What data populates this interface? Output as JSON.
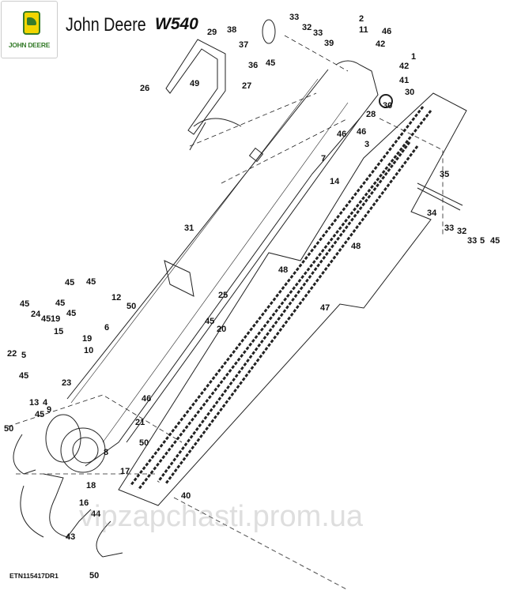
{
  "header": {
    "logo_text": "JOHN DEERE",
    "title": "John Deere",
    "model": "W540"
  },
  "callouts": [
    "38",
    "37",
    "36",
    "45",
    "33",
    "32",
    "33",
    "39",
    "2",
    "11",
    "46",
    "1",
    "42",
    "42",
    "41",
    "30",
    "30",
    "28",
    "46",
    "46",
    "3",
    "7",
    "14",
    "29",
    "26",
    "49",
    "27",
    "35",
    "34",
    "33",
    "32",
    "33",
    "5",
    "45",
    "48",
    "48",
    "47",
    "31",
    "25",
    "45",
    "20",
    "45",
    "45",
    "12",
    "45",
    "45",
    "50",
    "45",
    "24",
    "45",
    "19",
    "15",
    "19",
    "22",
    "5",
    "10",
    "6",
    "45",
    "23",
    "13",
    "4",
    "9",
    "45",
    "46",
    "21",
    "50",
    "50",
    "8",
    "17",
    "18",
    "16",
    "44",
    "43",
    "40",
    "50"
  ],
  "footer": {
    "diagram_code": "ETN115417DR1"
  },
  "watermark": "vipzapchasti.prom.ua"
}
